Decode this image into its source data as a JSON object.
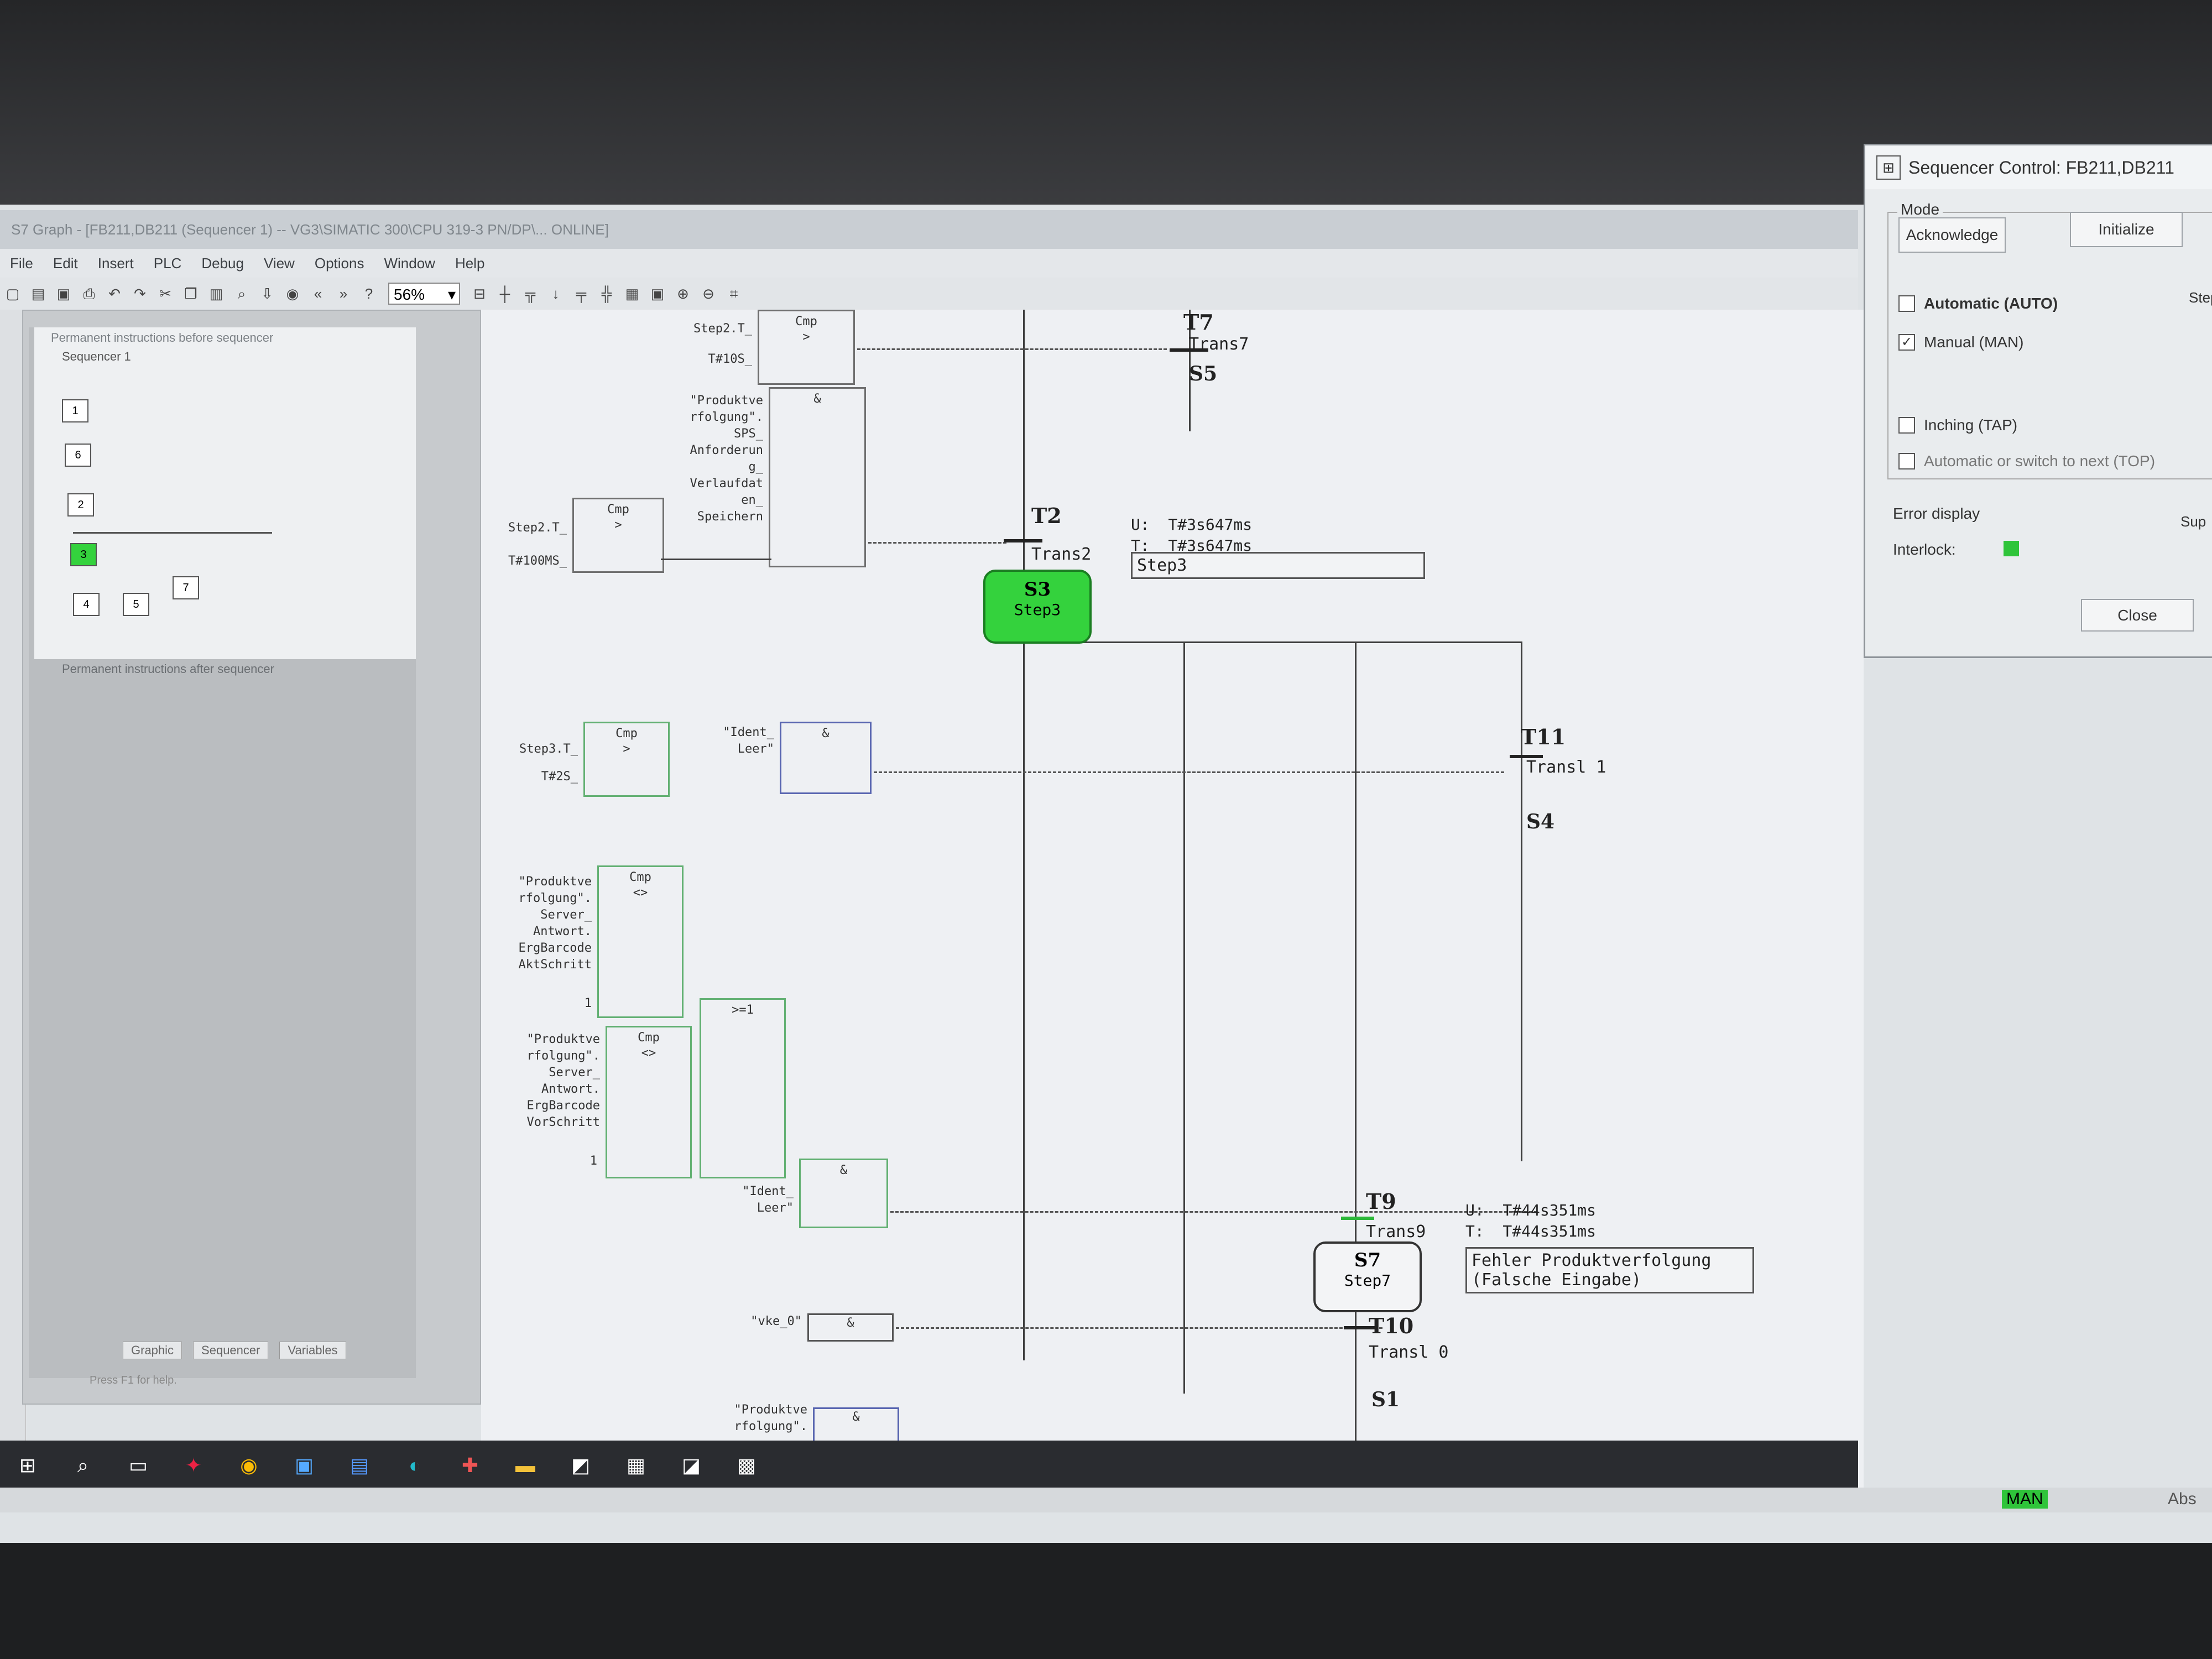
{
  "window": {
    "title": "S7 Graph - [FB211,DB211 (Sequencer 1) -- VG3\\SIMATIC 300\\CPU 319-3 PN/DP\\... ONLINE]"
  },
  "menu": [
    "File",
    "Edit",
    "Insert",
    "PLC",
    "Debug",
    "View",
    "Options",
    "Window",
    "Help"
  ],
  "toolbar": {
    "zoom": "56%"
  },
  "overview": {
    "before_label": "Permanent instructions before sequencer",
    "sequencer_label": "Sequencer 1",
    "after_label": "Permanent instructions after sequencer",
    "steps": [
      "1",
      "6",
      "2",
      "3",
      "4",
      "5",
      "7"
    ],
    "tabs": [
      "Graphic",
      "Sequencer",
      "Variables"
    ],
    "status_hint": "Press F1 for help."
  },
  "diagram": {
    "cmp1": {
      "label": "Cmp",
      "op": ">",
      "in1": "Step2.T_",
      "in2": "T#10S_"
    },
    "and1": {
      "label": "&",
      "in": "\"Produktve\nrfolgung\".\nSPS_\nAnforderun\ng_\nVerlaufdat\nen_\nSpeichern"
    },
    "cmp2": {
      "label": "Cmp",
      "op": ">",
      "in1": "Step2.T_",
      "in2": "T#100MS_"
    },
    "cmp3": {
      "label": "Cmp",
      "op": ">",
      "in1": "Step3.T_",
      "in2": "T#2S_"
    },
    "and3": {
      "label": "&",
      "in": "\"Ident_\nLeer\""
    },
    "cmp4": {
      "label": "Cmp",
      "op": "<>",
      "in": "\"Produktve\nrfolgung\".\nServer_\nAntwort.\nErgBarcode\nAktSchritt",
      "in2": "1"
    },
    "cmp5": {
      "label": "Cmp",
      "op": "<>",
      "in": "\"Produktve\nrfolgung\".\nServer_\nAntwort.\nErgBarcode\nVorSchritt",
      "in2": "1"
    },
    "or1": {
      "label": ">=1"
    },
    "and5": {
      "label": "&",
      "in": "\"Ident_\nLeer\""
    },
    "and6": {
      "label": "&",
      "in": "\"vke_0\""
    },
    "and7": {
      "label": "&",
      "in": "\"Produktve\nrfolgung\"."
    },
    "t7": {
      "num": "T7",
      "name": "Trans7",
      "jump": "S5"
    },
    "t2": {
      "num": "T2",
      "name": "Trans2"
    },
    "s3": {
      "num": "S3",
      "name": "Step3",
      "u": "U:  T#3s647ms",
      "t": "T:  T#3s647ms",
      "comment": "Step3"
    },
    "t11": {
      "num": "T11",
      "name": "Transl\n1",
      "jump": "S4"
    },
    "t9": {
      "num": "T9",
      "name": "Trans9",
      "u": "U:  T#44s351ms",
      "t": "T:  T#44s351ms"
    },
    "s7": {
      "num": "S7",
      "name": "Step7",
      "comment": "Fehler Produktverfolgung\n(Falsche Eingabe)"
    },
    "t10": {
      "num": "T10",
      "name": "Transl\n0",
      "jump": "S1"
    }
  },
  "dialog": {
    "title": "Sequencer Control: FB211,DB211",
    "mode_label": "Mode",
    "acknowledge": "Acknowledge",
    "initialize": "Initialize",
    "auto": "Automatic (AUTO)",
    "manual": "Manual (MAN)",
    "manual_checked": "✓",
    "inching": "Inching (TAP)",
    "auto_next": "Automatic or switch to next (TOP)",
    "step_label": "Step",
    "error_display": "Error display",
    "interlock": "Interlock:",
    "sup_label": "Sup",
    "close": "Close",
    "interlock_color": "#2fc43a"
  },
  "statusbar": {
    "mode": "MAN",
    "abs": "Abs"
  }
}
